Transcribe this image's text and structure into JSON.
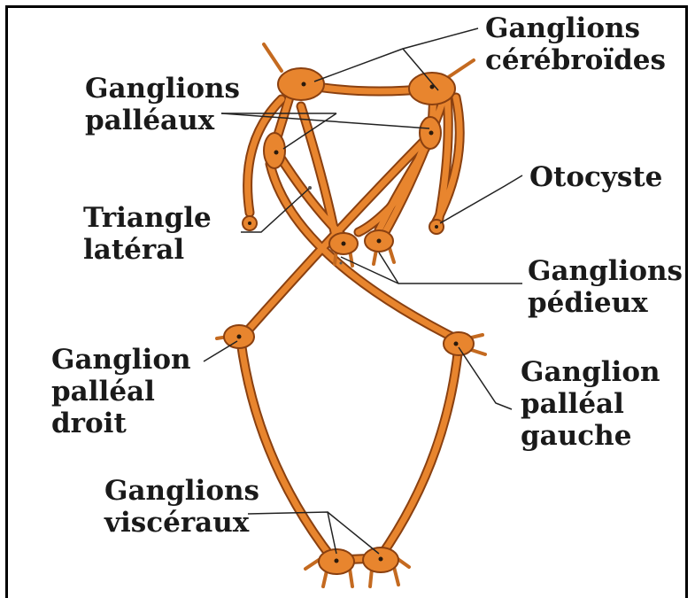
{
  "colors": {
    "nerve": "#e8852e",
    "nerve_outline": "#8a4010",
    "nucleus": "#2a1a0c",
    "leader": "#222222",
    "text": "#1a1a1a"
  },
  "labels": {
    "ganglions_cerebroides": [
      "Ganglions",
      "cérébroïdes"
    ],
    "ganglions_palleaux": [
      "Ganglions",
      "palléaux"
    ],
    "otocyste": [
      "Otocyste"
    ],
    "triangle_lateral": [
      "Triangle",
      "latéral"
    ],
    "ganglions_pedieux": [
      "Ganglions",
      "pédieux"
    ],
    "ganglion_palleal_droit": [
      "Ganglion",
      "palléal",
      "droit"
    ],
    "ganglion_palleal_gauche": [
      "Ganglion",
      "palléal",
      "gauche"
    ],
    "ganglions_visceraux": [
      "Ganglions",
      "viscéraux"
    ]
  }
}
